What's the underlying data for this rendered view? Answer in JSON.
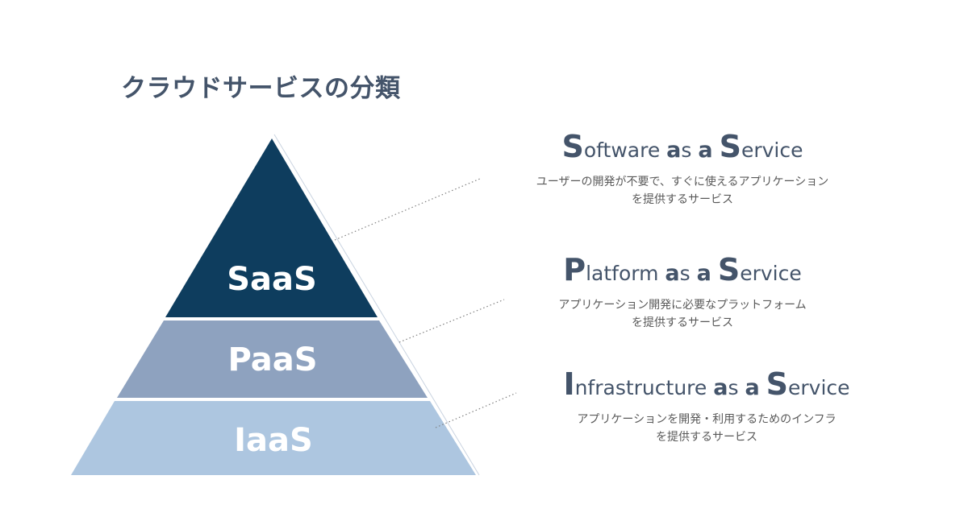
{
  "title": "クラウドサービスの分類",
  "colors": {
    "saas": "#0e3d5e",
    "paas": "#8ea2bf",
    "iaas": "#adc6e0",
    "heading": "#44546a",
    "text": "#595959"
  },
  "layers": [
    {
      "label": "SaaS",
      "heading": {
        "initial": "S",
        "rest": "oftware ",
        "a_bold": "a",
        "s": "s ",
        "a2": "a",
        "space": " ",
        "initial2": "S",
        "rest2": "ervice"
      },
      "desc_line1": "ユーザーの開発が不要で、すぐに使えるアプリケーション",
      "desc_line2": "を提供するサービス"
    },
    {
      "label": "PaaS",
      "heading": {
        "initial": "P",
        "rest": "latform ",
        "a_bold": "a",
        "s": "s ",
        "a2": "a",
        "space": " ",
        "initial2": "S",
        "rest2": "ervice"
      },
      "desc_line1": "アプリケーション開発に必要なプラットフォーム",
      "desc_line2": "を提供するサービス"
    },
    {
      "label": "IaaS",
      "heading": {
        "initial": "I",
        "rest": "nfrastructure ",
        "a_bold": "a",
        "s": "s ",
        "a2": "a",
        "space": " ",
        "initial2": "S",
        "rest2": "ervice"
      },
      "desc_line1": "アプリケーションを開発・利用するためのインフラ",
      "desc_line2": "を提供するサービス"
    }
  ]
}
